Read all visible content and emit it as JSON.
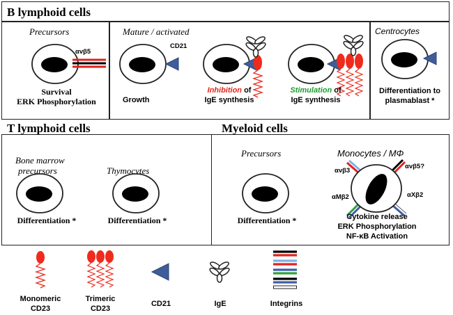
{
  "b_section": {
    "title": "B lymphoid cells",
    "precursors": {
      "title": "Precursors",
      "integrin": "αvβ5",
      "caption_1": "Survival",
      "caption_2": "ERK Phosphorylation"
    },
    "mature": {
      "title": "Mature / activated",
      "cd21_label": "CD21",
      "growth": "Growth",
      "inhibition_word": "Inhibition",
      "inhibition_rest": " of",
      "inhibition_line2": "IgE synthesis",
      "stimulation_word": "Stimulation",
      "stimulation_rest": " of",
      "stimulation_line2": "IgE synthesis"
    },
    "centrocytes": {
      "title": "Centrocytes",
      "caption_1": "Differentiation to",
      "caption_2": "plasmablast *"
    }
  },
  "t_section": {
    "title": "T lymphoid cells",
    "bone_marrow_1": "Bone marrow",
    "bone_marrow_2": "precursors",
    "bone_marrow_caption": "Differentiation *",
    "thymocytes": "Thymocytes",
    "thymocytes_caption": "Differentiation *"
  },
  "m_section": {
    "title": "Myeloid cells",
    "precursors": "Precursors",
    "precursors_caption": "Differentiation *",
    "monocytes": "Monocytes / MΦ",
    "integrins": {
      "avb3": "αvβ3",
      "avb5": "αvβ5?",
      "amb2": "αMβ2",
      "axb2": "αXβ2"
    },
    "caption_1": "Cytokine release",
    "caption_2": "ERK Phosphorylation",
    "caption_3": "NF-κB Activation"
  },
  "legend": {
    "monomeric_1": "Monomeric",
    "monomeric_2": "CD23",
    "trimeric_1": "Trimeric",
    "trimeric_2": "CD23",
    "cd21": "CD21",
    "ige": "IgE",
    "integrins": "Integrins"
  },
  "colors": {
    "cd23": "#ee2b1c",
    "cd21": "#3f5d99",
    "ige": "#222222",
    "inhibition": "#e1251b",
    "stimulation": "#1f9a2e"
  }
}
